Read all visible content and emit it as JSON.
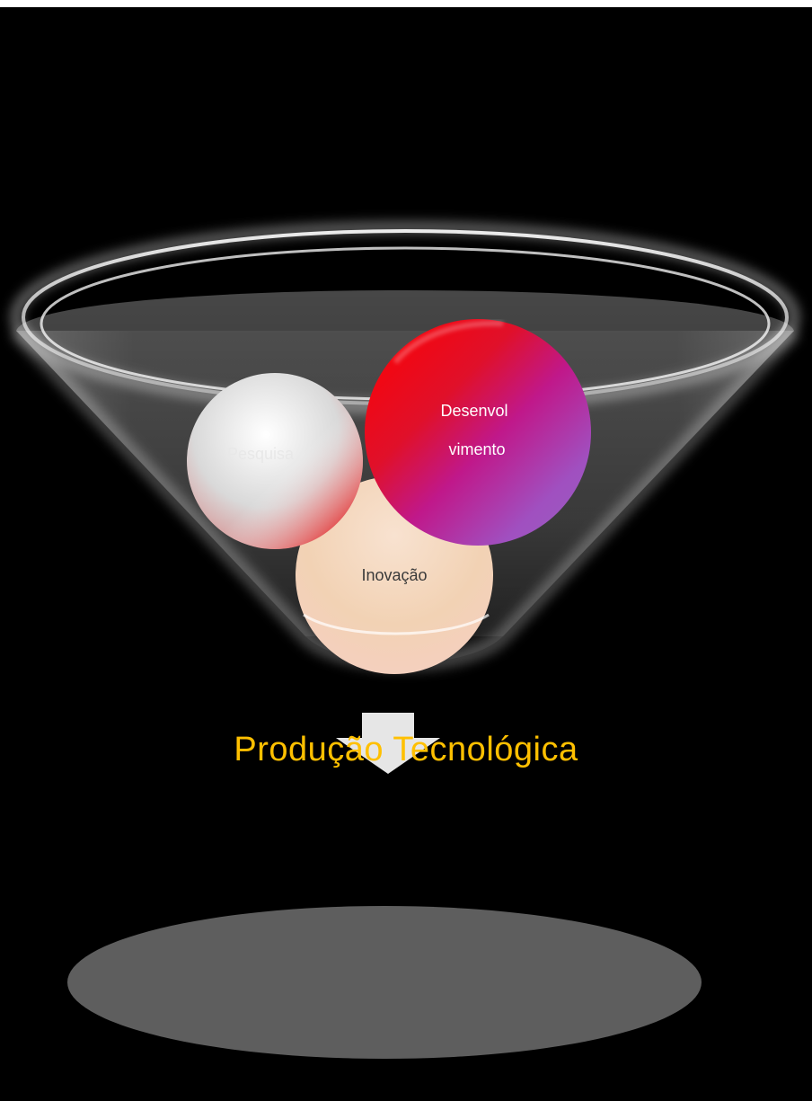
{
  "diagram": {
    "circles": [
      {
        "id": "pesquisa",
        "label_lines": [
          "Pesquisa"
        ],
        "text_color": "#e8e8e8"
      },
      {
        "id": "desenvolvimento",
        "label_lines": [
          "Desenvol",
          "vimento"
        ],
        "text_color": "#ffffff"
      },
      {
        "id": "inovacao",
        "label_lines": [
          "Inovação"
        ],
        "text_color": "#3a3a3a"
      }
    ],
    "result": "Produção Tecnológica",
    "colors": {
      "background": "#000000",
      "result_text": "#ffc000",
      "arrow": "#e6e6e6",
      "base_ellipse": "#5e5e5e"
    }
  }
}
